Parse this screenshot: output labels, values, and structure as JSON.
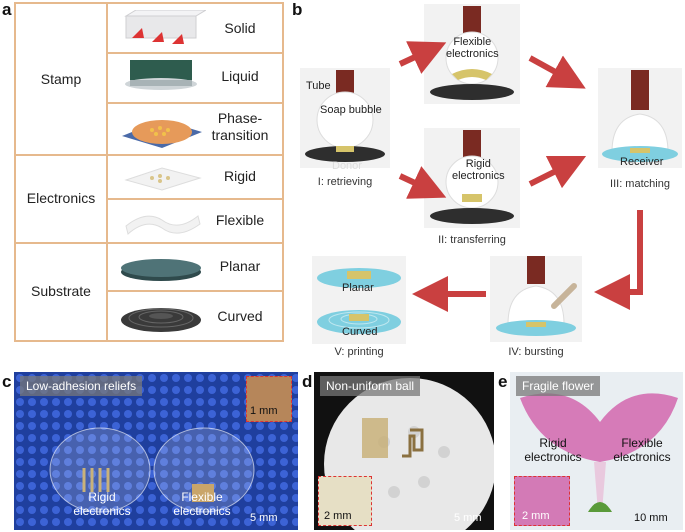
{
  "panel_a": {
    "label": "a",
    "categories": [
      "Stamp",
      "Electronics",
      "Substrate"
    ],
    "rows": [
      {
        "label": "Solid"
      },
      {
        "label": "Liquid"
      },
      {
        "label": "Phase-\ntransition"
      },
      {
        "label": "Rigid"
      },
      {
        "label": "Flexible"
      },
      {
        "label": "Planar"
      },
      {
        "label": "Curved"
      }
    ]
  },
  "panel_b": {
    "label": "b",
    "annot_tube": "Tube",
    "annot_bubble": "Soap bubble",
    "annot_donor": "Donor",
    "annot_flex": "Flexible\nelectronics",
    "annot_rigid": "Rigid\nelectronics",
    "annot_receiver": "Receiver",
    "annot_planar": "Planar",
    "annot_curved": "Curved",
    "steps": [
      "I: retrieving",
      "II: transferring",
      "III: matching",
      "IV: bursting",
      "V: printing"
    ]
  },
  "panel_c": {
    "label": "c",
    "tag": "Low-adhesion reliefs",
    "rigid": "Rigid\nelectronics",
    "flexible": "Flexible\nelectronics",
    "inset_scale": "1 mm",
    "scale": "5 mm"
  },
  "panel_d": {
    "label": "d",
    "tag": "Non-uniform ball",
    "inset_scale": "2 mm",
    "scale": "5 mm"
  },
  "panel_e": {
    "label": "e",
    "tag": "Fragile flower",
    "rigid": "Rigid\nelectronics",
    "flexible": "Flexible\nelectronics",
    "inset_scale": "2 mm",
    "scale": "10 mm"
  },
  "colors": {
    "table_border": "#e6b98d",
    "arrow": "#c94040"
  }
}
